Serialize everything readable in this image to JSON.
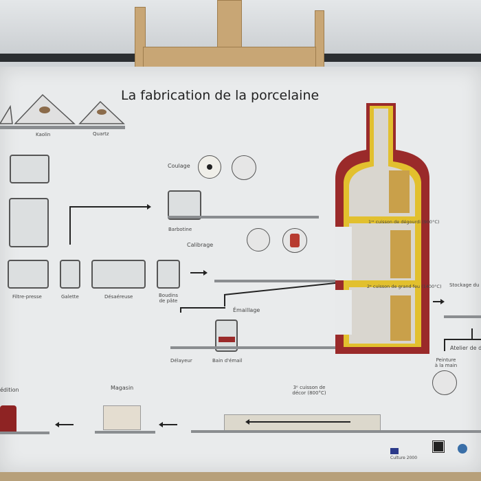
{
  "poster": {
    "title": "La fabrication de la porcelaine",
    "raw_materials": {
      "kaolin": "Kaolin",
      "quartz": "Quartz"
    },
    "steps": {
      "coulage": "Coulage",
      "barbotine": "Barbotine",
      "calibrage": "Calibrage",
      "filtre_presse": "Filtre-presse",
      "galette": "Galette",
      "desaereuse": "Désaéreuse",
      "boudins": "Boudins de pâte",
      "emaillage": "Émaillage",
      "delayeur": "Délayeur",
      "bain_email": "Bain d'émail",
      "stockage": "Stockage du b",
      "atelier": "Atelier de d",
      "peinture": "Peinture à la main",
      "magasin": "Magasin",
      "expedition": "édition"
    },
    "kiln": {
      "first_firing": "1ʳᵉ cuisson de dégourdi (900°C)",
      "second_firing": "2ᵉ cuisson de grand feu (1400°C)",
      "colors": {
        "wall": "#9a2a2a",
        "lining": "#e2c02e",
        "brick": "#d9d6cf"
      }
    },
    "third_firing": "3ᵉ cuisson de décor (800°C)",
    "sponsor": "Culture 2000"
  }
}
